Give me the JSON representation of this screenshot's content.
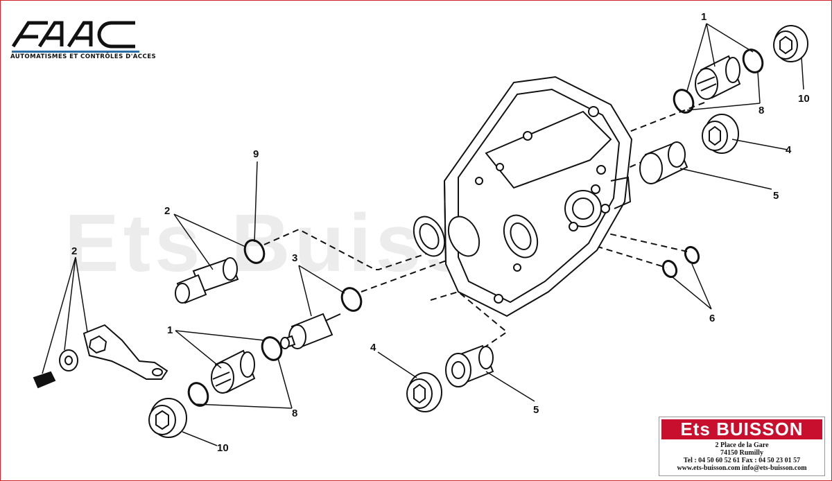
{
  "brand": {
    "logo_text": "FAAC",
    "tagline": "AUTOMATISMES ET CONTRÔLES D'ACCES",
    "accent_color": "#2a6ea8"
  },
  "watermark": "Ets Buisson",
  "callouts": {
    "c1a": "1",
    "c8a": "8",
    "c10a": "10",
    "c4a": "4",
    "c5a": "5",
    "c9": "9",
    "c2a": "2",
    "c2b": "2",
    "c3": "3",
    "c1b": "1",
    "c8b": "8",
    "c10b": "10",
    "c4b": "4",
    "c5b": "5",
    "c6": "6"
  },
  "company": {
    "name": "Ets BUISSON",
    "address_line1": "2 Place de la Gare",
    "address_line2": "74150 Rumilly",
    "phone_line": "Tel : 04 50 60 52 61  Fax : 04 50 23 01 57",
    "web_line": "www.ets-buisson.com   info@ets-buisson.com",
    "brand_color": "#c8102e"
  }
}
